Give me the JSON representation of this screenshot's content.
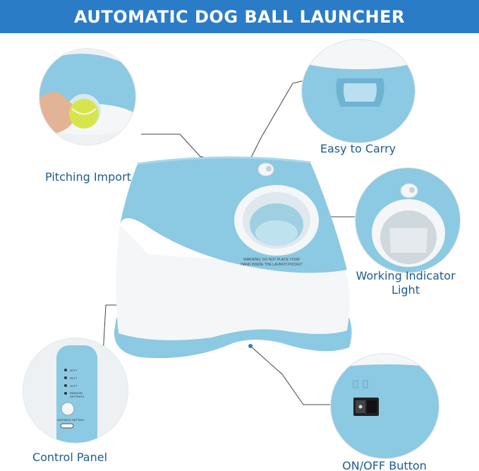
{
  "banner": {
    "title": "AUTOMATIC DOG BALL LAUNCHER",
    "color": "#2b7cc6"
  },
  "labels": {
    "pitching_import": "Pitching Import",
    "easy_to_carry": "Easy to Carry",
    "working_indicator_line1": "Working Indicator",
    "working_indicator_line2": "Light",
    "control_panel": "Control Panel",
    "on_off_button": "ON/OFF Button"
  },
  "device": {
    "warning_line1": "WARNING: DO NOT PLACE YOUR",
    "warning_line2": "HAND INSIDE THE LAUNCH POCKET",
    "body_color": "#8cc9e3",
    "white_color": "#f4f6f8"
  },
  "control_panel": {
    "distances": [
      "30 FT",
      "25 FT",
      "10 FT",
      "RANDOM"
    ],
    "distance_sub": "SETTINGS",
    "button_caption": "DISTANCE SETTING"
  }
}
